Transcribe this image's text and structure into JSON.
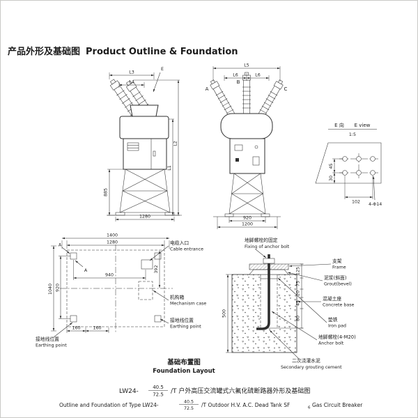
{
  "header": {
    "title_zh": "产品外形及基础图",
    "title_en": "Product Outline & Foundation"
  },
  "side_view": {
    "dim_l3": "L3",
    "dim_l4": "L4",
    "dim_e": "E",
    "dim_l1": "L1",
    "dim_l2": "L2",
    "dim_885": "885",
    "dim_1280": "1280"
  },
  "front_view": {
    "dim_l5": "L5",
    "dim_l6_left": "L6",
    "dim_l6_right": "L6",
    "phase_a": "A",
    "phase_b": "B",
    "phase_c": "C",
    "dim_920": "920",
    "dim_1200": "1200"
  },
  "e_view": {
    "label_zh": "E 向",
    "label_en": "E view",
    "scale": "1:5",
    "dim_45": "45",
    "dim_30": "30",
    "dim_102": "102",
    "hole_callout": "4-Φ14"
  },
  "foundation_plan": {
    "dim_1400": "1400",
    "dim_1280": "1280",
    "dim_940": "940",
    "dim_392": "392",
    "dim_1040": "1040",
    "dim_920": "920",
    "dim_160_a": "160",
    "dim_160_b": "160",
    "section_mark": "A",
    "cable_zh": "电缆入口",
    "cable_en": "Cable entrance",
    "mech_zh": "机构箱",
    "mech_en": "Mechanism case",
    "earth_zh": "接地线位置",
    "earth_en": "Earthing point"
  },
  "foundation_section": {
    "title_zh": "地脚螺栓的固定",
    "title_en": "Fixing of anchor bolt",
    "frame_zh": "支架",
    "frame_en": "Frame",
    "grout_zh": "泥浆(斜面)",
    "grout_en": "Grout(bevel)",
    "concrete_zh": "混凝土座",
    "concrete_en": "Concrete base",
    "pad_zh": "垫铁",
    "pad_en": "Iron pad",
    "bolt_zh": "地脚螺栓(4-M20)",
    "bolt_en": "Anchor bolt",
    "cement_zh": "二次浇灌水泥",
    "cement_en": "Secondary grouting cement",
    "dim_500": "500",
    "dim_125": "125",
    "dim_75": "75",
    "dim_20": "20",
    "dim_45": "45",
    "dim_80": "80"
  },
  "caption": {
    "zh": "基础布置图",
    "en": "Foundation Layout"
  },
  "footer": {
    "model_prefix": "LW24-",
    "frac_top": "40.5",
    "frac_bottom": "72.5",
    "line1_suffix": "/T 户外高压交流罐式六氟化硫断路器外形及基础图",
    "line2_prefix": "Outline and Foundation of Type LW24-",
    "line2_mid": "/T Outdoor H.V. A.C. Dead Tank SF",
    "sf_subscript": "6",
    "line2_end": "Gas Circuit Breaker"
  }
}
